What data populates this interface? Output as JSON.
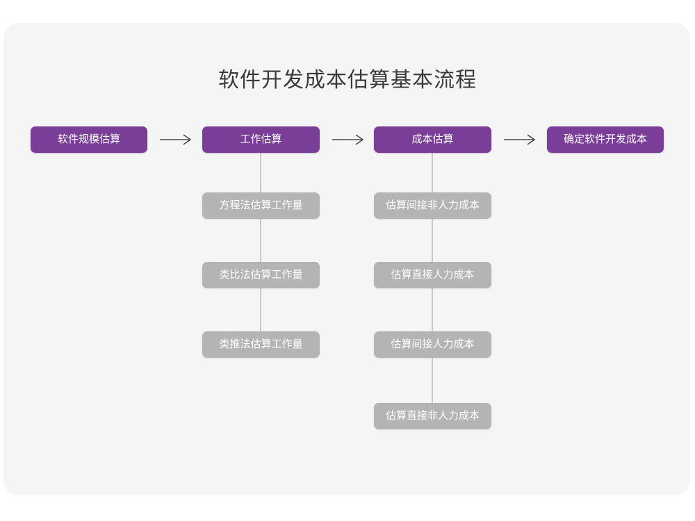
{
  "card": {
    "background_color": "#f5f5f5",
    "page_background_color": "#ffffff"
  },
  "title": "软件开发成本估算基本流程",
  "colors": {
    "primary": "#7a3d98",
    "secondary": "#b4b4b4",
    "connector": "#c9c9c9",
    "title_text": "#3a3a3a",
    "node_text": "#ffffff"
  },
  "chart_data": {
    "type": "diagram",
    "title": "软件开发成本估算基本流程",
    "orientation": "left-to-right with vertical sub-branches",
    "stages": [
      {
        "id": "stage-1",
        "label": "软件规模估算",
        "level": "primary",
        "children": []
      },
      {
        "id": "stage-2",
        "label": "工作估算",
        "level": "primary",
        "children": [
          {
            "id": "c2-1",
            "label": "方程法估算工作量",
            "level": "secondary"
          },
          {
            "id": "c2-2",
            "label": "类比法估算工作量",
            "level": "secondary"
          },
          {
            "id": "c2-3",
            "label": "类推法估算工作量",
            "level": "secondary"
          }
        ]
      },
      {
        "id": "stage-3",
        "label": "成本估算",
        "level": "primary",
        "children": [
          {
            "id": "c3-1",
            "label": "估算间接非人力成本",
            "level": "secondary"
          },
          {
            "id": "c3-2",
            "label": "估算直接人力成本",
            "level": "secondary"
          },
          {
            "id": "c3-3",
            "label": "估算间接人力成本",
            "level": "secondary"
          },
          {
            "id": "c3-4",
            "label": "估算直接非人力成本",
            "level": "secondary"
          }
        ]
      },
      {
        "id": "stage-4",
        "label": "确定软件开发成本",
        "level": "primary",
        "children": []
      }
    ],
    "connectors": [
      {
        "from": "stage-1",
        "to": "stage-2",
        "kind": "arrow-right",
        "glyph": "⟶"
      },
      {
        "from": "stage-2",
        "to": "stage-3",
        "kind": "arrow-right",
        "glyph": "⟶"
      },
      {
        "from": "stage-3",
        "to": "stage-4",
        "kind": "arrow-right",
        "glyph": "⟶"
      },
      {
        "from": "stage-2",
        "to": "c2-3",
        "kind": "vertical-line"
      },
      {
        "from": "stage-3",
        "to": "c3-4",
        "kind": "vertical-line"
      }
    ]
  }
}
